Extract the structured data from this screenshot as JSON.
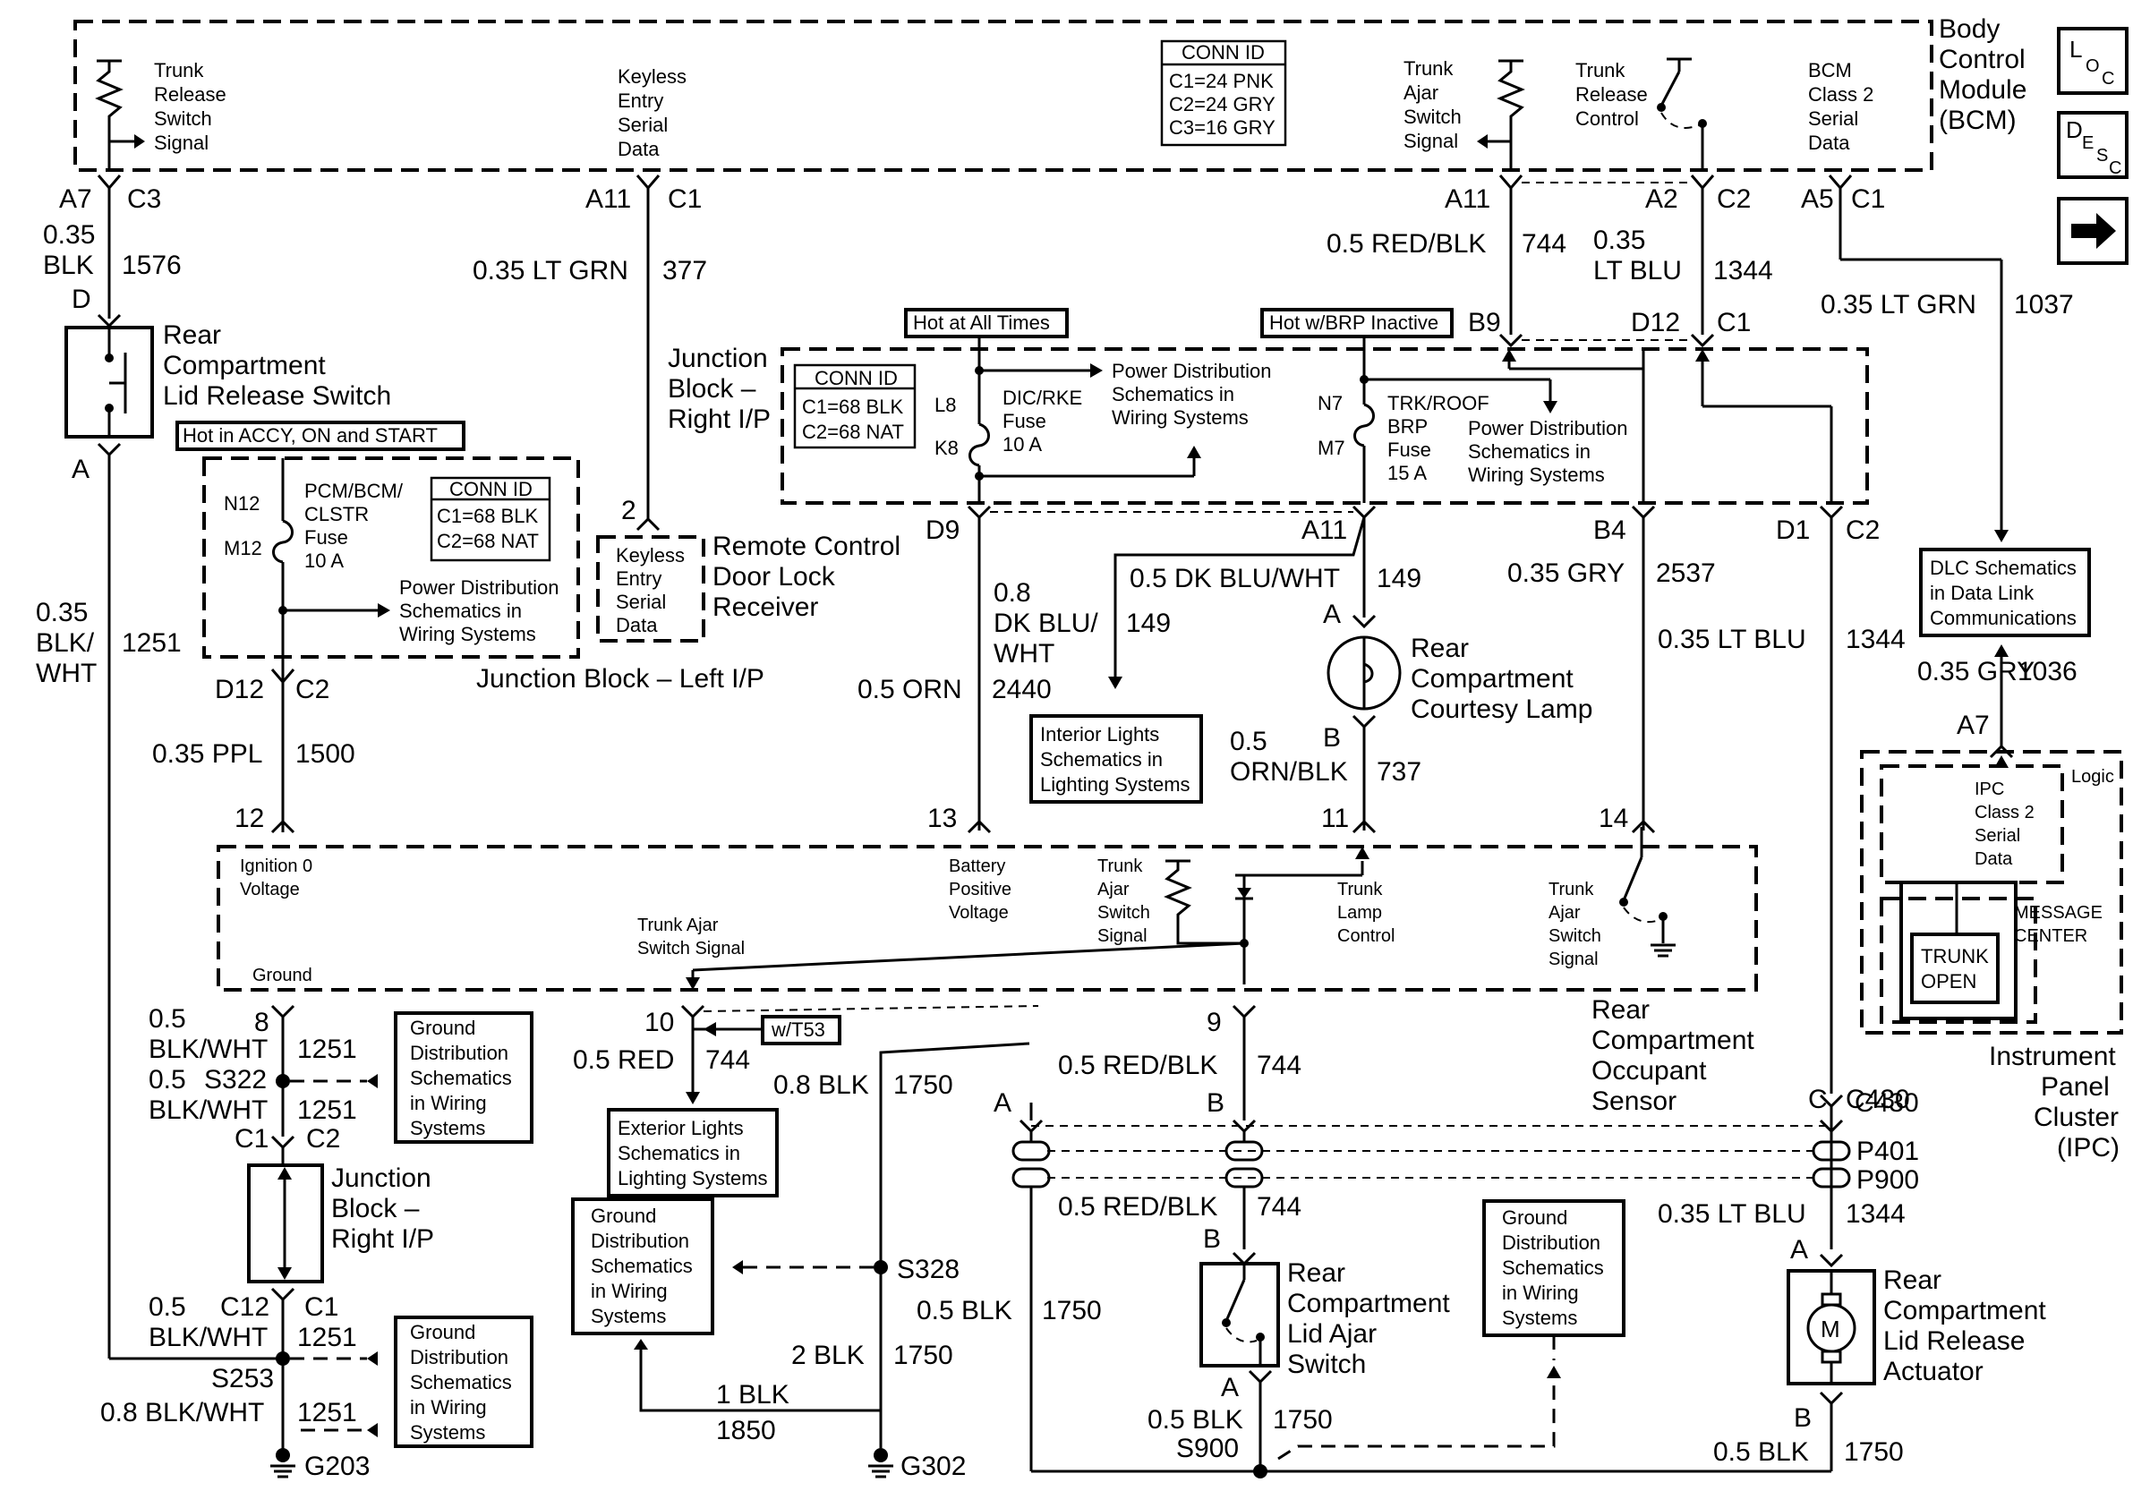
{
  "modules": {
    "bcm": "Body Control Module (BCM)",
    "jb_right_top": "Junction Block – Right I/P",
    "jb_left": "Junction Block – Left I/P",
    "jb_right_bottom": "Junction Block – Right I/P",
    "ipc": "Instrument Panel Cluster (IPC)",
    "rcdlr": "Remote Control Door Lock Receiver",
    "rcos": "Rear Compartment Occupant Sensor"
  },
  "components": {
    "lid_release_switch": "Rear Compartment Lid Release Switch",
    "courtesy_lamp": "Rear Compartment Courtesy Lamp",
    "lid_ajar_switch": "Rear Compartment Lid Ajar Switch",
    "lid_release_actuator": "Rear Compartment Lid Release Actuator",
    "trunk_open_msg": "TRUNK OPEN",
    "message_center": "MESSAGE CENTER",
    "logic": "Logic"
  },
  "power_labels": {
    "accy_on_start": "Hot in ACCY, ON and START",
    "hot_all_times": "Hot at All Times",
    "hot_brp_inactive": "Hot w/BRP Inactive",
    "wt53": "w/T53"
  },
  "conn_ids": {
    "bcm": [
      "CONN ID",
      "C1=24 PNK",
      "C2=24 GRY",
      "C3=16 GRY"
    ],
    "jb_right": [
      "CONN ID",
      "C1=68 BLK",
      "C2=68 NAT"
    ],
    "jb_left": [
      "CONN ID",
      "C1=68 BLK",
      "C2=68 NAT"
    ]
  },
  "fuses": {
    "pcm": [
      "PCM/BCM/",
      "CLSTR",
      "Fuse",
      "10 A"
    ],
    "dic": [
      "DIC/RKE",
      "Fuse",
      "10 A"
    ],
    "trk": [
      "TRK/ROOF",
      "BRP",
      "Fuse",
      "15 A"
    ]
  },
  "internal_labels": {
    "trunk_release_switch_signal": [
      "Trunk",
      "Release",
      "Switch",
      "Signal"
    ],
    "keyless_entry_serial_data": [
      "Keyless",
      "Entry",
      "Serial",
      "Data"
    ],
    "trunk_ajar_switch_signal": [
      "Trunk",
      "Ajar",
      "Switch",
      "Signal"
    ],
    "trunk_release_control": [
      "Trunk",
      "Release",
      "Control"
    ],
    "bcm_class2": [
      "BCM",
      "Class 2",
      "Serial",
      "Data"
    ],
    "rcdlr_keyless": [
      "Keyless",
      "Entry",
      "Serial",
      "Data"
    ],
    "ignition_voltage": [
      "Ignition 0",
      "Voltage"
    ],
    "ground": "Ground",
    "battery_positive": [
      "Battery",
      "Positive",
      "Voltage"
    ],
    "sensor_trunk_ajar": [
      "Trunk",
      "Ajar",
      "Switch",
      "Signal"
    ],
    "trunk_lamp_control": [
      "Trunk",
      "Lamp",
      "Control"
    ],
    "sensor_trunk_ajar2": [
      "Trunk",
      "Ajar",
      "Switch",
      "Signal"
    ],
    "trunk_ajar_switch_signal_line": [
      "Trunk Ajar",
      "Switch Signal"
    ],
    "ipc_class2": [
      "IPC",
      "Class 2",
      "Serial",
      "Data"
    ]
  },
  "refs": {
    "pd1": [
      "Power Distribution",
      "Schematics in",
      "Wiring Systems"
    ],
    "pd2": [
      "Power Distribution",
      "Schematics in",
      "Wiring Systems"
    ],
    "pd3": [
      "Power Distribution",
      "Schematics in",
      "Wiring Systems"
    ],
    "interior": [
      "Interior Lights",
      "Schematics in",
      "Lighting Systems"
    ],
    "exterior": [
      "Exterior Lights",
      "Schematics in",
      "Lighting Systems"
    ],
    "dlc": [
      "DLC Schematics",
      "in Data Link",
      "Communications"
    ],
    "gnd1": [
      "Ground",
      "Distribution",
      "Schematics",
      "in Wiring",
      "Systems"
    ],
    "gnd2": [
      "Ground",
      "Distribution",
      "Schematics",
      "in Wiring",
      "Systems"
    ],
    "gnd3": [
      "Ground",
      "Distribution",
      "Schematics",
      "in Wiring",
      "Systems"
    ],
    "gnd4": [
      "Ground",
      "Distribution",
      "Schematics",
      "in Wiring",
      "Systems"
    ]
  },
  "pins": [
    "A7",
    "C3",
    "A11",
    "C1",
    "A11",
    "A2",
    "C2",
    "A5",
    "C1",
    "D",
    "A",
    "2",
    "N12",
    "M12",
    "D12",
    "C2",
    "12",
    "8",
    "C1",
    "C2",
    "C12",
    "C1",
    "L8",
    "K8",
    "D9",
    "13",
    "10",
    "9",
    "B9",
    "D12",
    "C1",
    "N7",
    "M7",
    "A11",
    "A",
    "B",
    "11",
    "B4",
    "14",
    "D1",
    "C2",
    "A7",
    "A",
    "B",
    "C",
    "C430",
    "P401",
    "P900",
    "A",
    "B",
    "A",
    "B"
  ],
  "wires": {
    "w1576": [
      "0.35",
      "BLK",
      "1576"
    ],
    "w377": [
      "0.35 LT GRN",
      "377"
    ],
    "w744_top": [
      "0.5 RED/BLK",
      "744"
    ],
    "w1344_top": [
      "0.35",
      "LT BLU",
      "1344"
    ],
    "w1037": [
      "0.35 LT GRN",
      "1037"
    ],
    "w1251_left": [
      "0.35",
      "BLK/",
      "WHT",
      "1251"
    ],
    "w1500": [
      "0.35 PPL",
      "1500"
    ],
    "w1251_a": [
      "0.5",
      "BLK/WHT",
      "1251"
    ],
    "w1251_b": [
      "0.5",
      "BLK/WHT",
      "1251"
    ],
    "w1251_c": [
      "0.5",
      "BLK/WHT",
      "1251"
    ],
    "w1251_d": [
      "0.8 BLK/WHT",
      "1251"
    ],
    "w2440": [
      "0.5 ORN",
      "2440"
    ],
    "w149_a": [
      "0.8",
      "DK BLU/",
      "WHT",
      "149"
    ],
    "w149_b": [
      "0.5 DK BLU/WHT",
      "149"
    ],
    "w737": [
      "0.5",
      "ORN/BLK",
      "737"
    ],
    "w2537": [
      "0.35 GRY",
      "2537"
    ],
    "w1344_mid": [
      "0.35 LT BLU",
      "1344"
    ],
    "w1036": [
      "0.35 GRY",
      "1036"
    ],
    "w744_red": [
      "0.5 RED",
      "744"
    ],
    "w1750_a": [
      "0.8 BLK",
      "1750"
    ],
    "w744_mid": [
      "0.5 RED/BLK",
      "744"
    ],
    "w744_low": [
      "0.5 RED/BLK",
      "744"
    ],
    "w1344_low": [
      "0.35 LT BLU",
      "1344"
    ],
    "w1750_b": [
      "0.5 BLK",
      "1750"
    ],
    "w1750_c": [
      "2 BLK",
      "1750"
    ],
    "w1850": [
      "1 BLK",
      "1850"
    ],
    "w1750_d": [
      "0.5 BLK",
      "1750"
    ],
    "w1750_e": [
      "0.5 BLK",
      "1750"
    ]
  },
  "splices": [
    "S322",
    "S253",
    "S328",
    "S900"
  ],
  "grounds": [
    "G203",
    "G302"
  ],
  "side_icons": {
    "loc": [
      "L",
      "O",
      "C"
    ],
    "desc": [
      "D",
      "E",
      "S",
      "C"
    ],
    "arrow": "arrow-icon"
  }
}
